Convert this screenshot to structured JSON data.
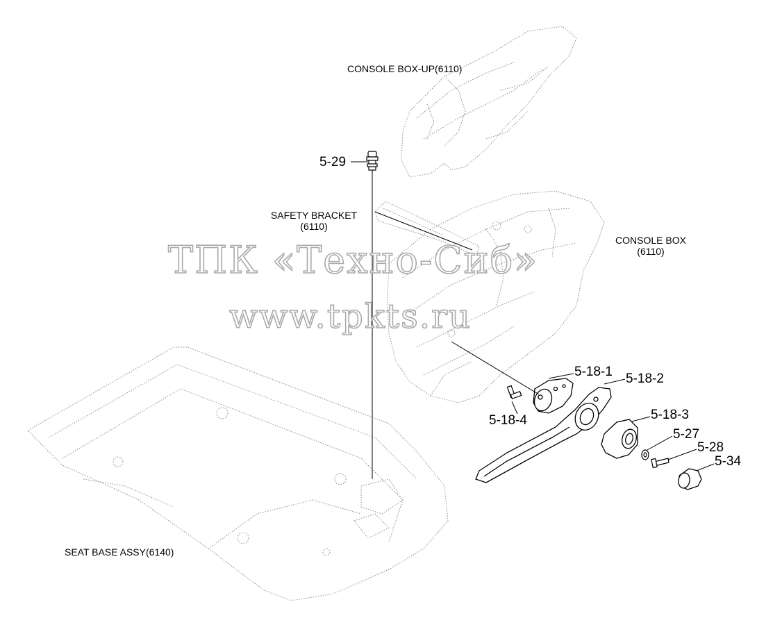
{
  "labels": {
    "console_box_up": "CONSOLE BOX-UP(6110)",
    "safety_bracket_l1": "SAFETY BRACKET",
    "safety_bracket_l2": "(6110)",
    "console_box_l1": "CONSOLE BOX",
    "console_box_l2": "(6110)",
    "seat_base": "SEAT BASE ASSY(6140)"
  },
  "parts": {
    "p5_29": "5-29",
    "p5_18_1": "5-18-1",
    "p5_18_2": "5-18-2",
    "p5_18_3": "5-18-3",
    "p5_18_4": "5-18-4",
    "p5_27": "5-27",
    "p5_28": "5-28",
    "p5_34": "5-34"
  },
  "watermark": {
    "line1": "ТПК «Техно-Сиб»",
    "line2": "www.tpkts.ru"
  },
  "colors": {
    "ghost_outline": "#8a8a8a",
    "line": "#000000",
    "watermark_stroke": "#a9a9a9"
  }
}
